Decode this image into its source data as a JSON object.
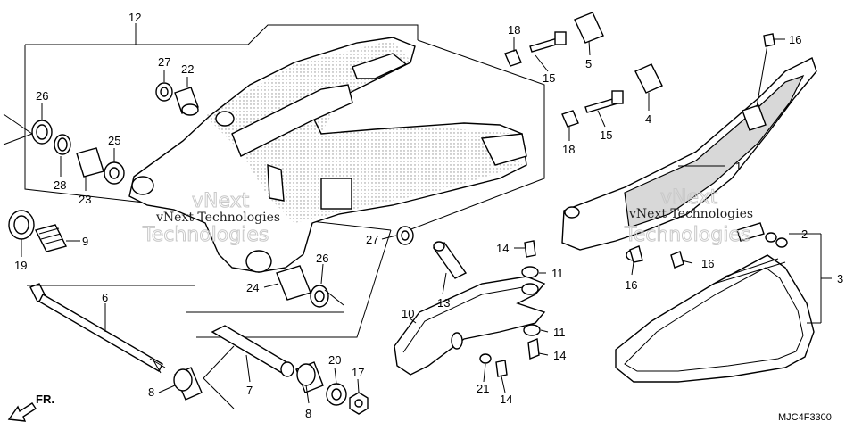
{
  "diagram": {
    "watermarks": [
      "vNext Technologies",
      "vNext Technologies"
    ],
    "watermark_outline": [
      "vNext",
      "Technologies",
      "vNext",
      "Technologies"
    ],
    "direction_label": "FR.",
    "drawing_code": "MJC4F3300",
    "callouts": [
      {
        "id": "c12",
        "text": "12"
      },
      {
        "id": "c27a",
        "text": "27"
      },
      {
        "id": "c22",
        "text": "22"
      },
      {
        "id": "c26a",
        "text": "26"
      },
      {
        "id": "c28",
        "text": "28"
      },
      {
        "id": "c23",
        "text": "23"
      },
      {
        "id": "c25",
        "text": "25"
      },
      {
        "id": "c19",
        "text": "19"
      },
      {
        "id": "c9",
        "text": "9"
      },
      {
        "id": "c6",
        "text": "6"
      },
      {
        "id": "c8a",
        "text": "8"
      },
      {
        "id": "c7",
        "text": "7"
      },
      {
        "id": "c24",
        "text": "24"
      },
      {
        "id": "c26b",
        "text": "26"
      },
      {
        "id": "c27b",
        "text": "27"
      },
      {
        "id": "c13",
        "text": "13"
      },
      {
        "id": "c20",
        "text": "20"
      },
      {
        "id": "c17",
        "text": "17"
      },
      {
        "id": "c8b",
        "text": "8"
      },
      {
        "id": "c18a",
        "text": "18"
      },
      {
        "id": "c15a",
        "text": "15"
      },
      {
        "id": "c5",
        "text": "5"
      },
      {
        "id": "c4",
        "text": "4"
      },
      {
        "id": "c18b",
        "text": "18"
      },
      {
        "id": "c15b",
        "text": "15"
      },
      {
        "id": "c16a",
        "text": "16"
      },
      {
        "id": "c1",
        "text": "1"
      },
      {
        "id": "c2",
        "text": "2"
      },
      {
        "id": "c3",
        "text": "3"
      },
      {
        "id": "c16b",
        "text": "16"
      },
      {
        "id": "c16c",
        "text": "16"
      },
      {
        "id": "c14a",
        "text": "14"
      },
      {
        "id": "c11a",
        "text": "11"
      },
      {
        "id": "c10",
        "text": "10"
      },
      {
        "id": "c11b",
        "text": "11"
      },
      {
        "id": "c14b",
        "text": "14"
      },
      {
        "id": "c21",
        "text": "21"
      },
      {
        "id": "c14c",
        "text": "14"
      }
    ]
  }
}
